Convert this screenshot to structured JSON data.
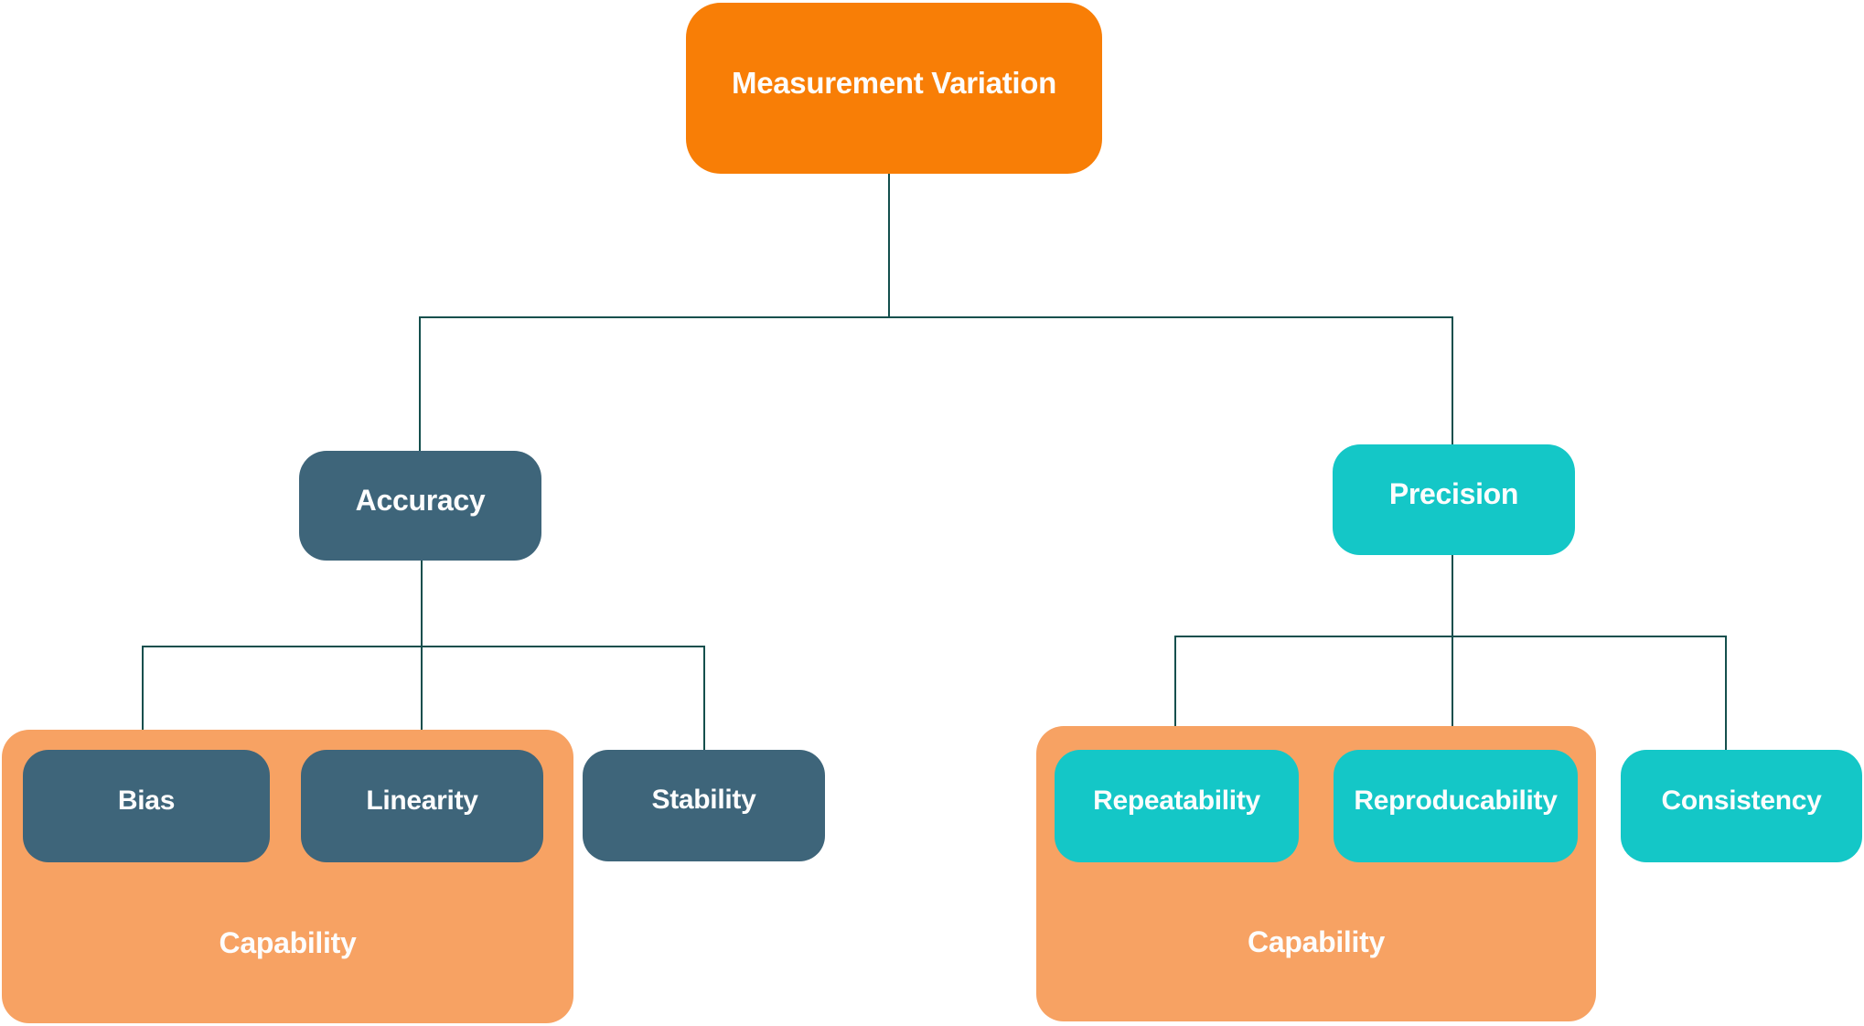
{
  "palette": {
    "root_orange": "#f87e06",
    "accuracy_slate": "#3e657a",
    "precision_cyan": "#14c7c7",
    "capability_salmon": "#f7a263",
    "connector_teal": "#144f4d",
    "label_text": "#fdfdfd",
    "background": "#ffffff"
  },
  "diagram": {
    "root": {
      "label": "Measurement Variation"
    },
    "left_branch": {
      "label": "Accuracy",
      "group_label": "Capability",
      "children": [
        {
          "label": "Bias"
        },
        {
          "label": "Linearity"
        },
        {
          "label": "Stability"
        }
      ]
    },
    "right_branch": {
      "label": "Precision",
      "group_label": "Capability",
      "children": [
        {
          "label": "Repeatability"
        },
        {
          "label": "Reproducability"
        },
        {
          "label": "Consistency"
        }
      ]
    }
  }
}
